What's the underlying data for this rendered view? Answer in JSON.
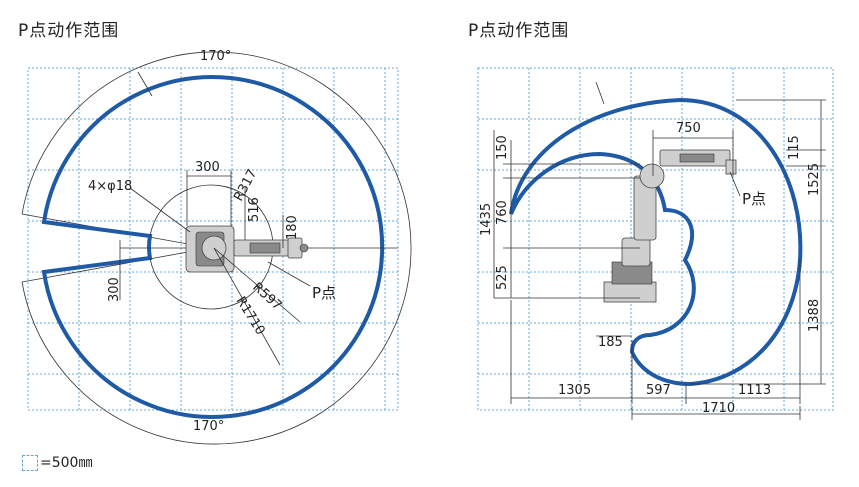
{
  "left_view": {
    "title": "P点动作范围",
    "angle_top": "170°",
    "angle_bottom": "170°",
    "bolt_label": "4×φ18",
    "dim_300_top": "300",
    "r317": "R317",
    "dim_516": "516",
    "dim_180": "180",
    "dim_300_left": "300",
    "r597": "R597",
    "r1710": "R1710",
    "p_point": "P点"
  },
  "right_view": {
    "title": "P点动作范围",
    "dim_750": "750",
    "dim_150": "150",
    "dim_115": "115",
    "dim_1525": "1525",
    "dim_1435": "1435",
    "dim_760": "760",
    "dim_525": "525",
    "dim_1388": "1388",
    "dim_185": "185",
    "dim_1305": "1305",
    "dim_597": "597",
    "dim_1113": "1113",
    "dim_1710": "1710",
    "p_point": "P点"
  },
  "legend": {
    "text": "=500㎜"
  },
  "colors": {
    "envelope": "#1f5aa6",
    "grid": "#6aa8dc"
  }
}
